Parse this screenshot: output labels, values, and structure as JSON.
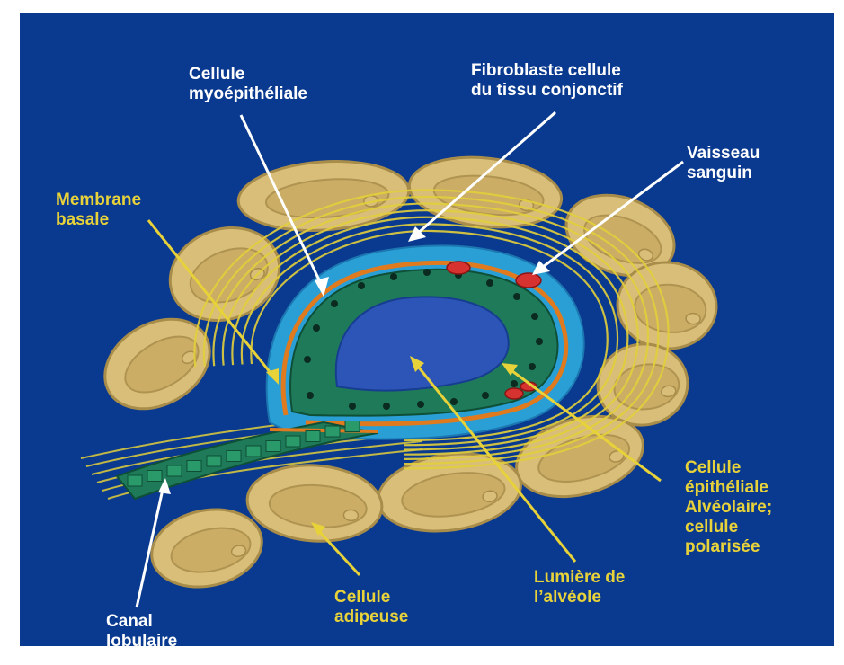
{
  "colors": {
    "background": "#0a3a8f",
    "frame": "#ffffff",
    "adipocyte": "#d8be78",
    "adipocyte_edge": "#a88c4a",
    "adipocyte_inner": "#c9ab62",
    "connective_fibers": "#e2cf3a",
    "blue_layer": "#2a9fd6",
    "epithelium": "#1f7a5a",
    "epithelium_edge": "#0e4f36",
    "lumen": "#2d55b8",
    "membrane": "#e07a1e",
    "vessel": "#d6322f",
    "label_white": "#ffffff",
    "label_yellow": "#e8d23a"
  },
  "labels": {
    "cellule_myo": [
      "Cellule",
      "myoépithéliale"
    ],
    "fibroblaste": [
      "Fibroblaste cellule",
      "du tissu conjonctif"
    ],
    "vaisseau": [
      "Vaisseau",
      "sanguin"
    ],
    "membrane": [
      "Membrane",
      "basale"
    ],
    "epitheliale": [
      "Cellule",
      "épithéliale",
      "Alvéolaire;",
      "cellule",
      "polarisée"
    ],
    "lumiere": [
      "Lumière de",
      "l’alvéole"
    ],
    "adipeuse": [
      "Cellule",
      "adipeuse"
    ],
    "canal": [
      "Canal",
      "lobulaire"
    ]
  }
}
